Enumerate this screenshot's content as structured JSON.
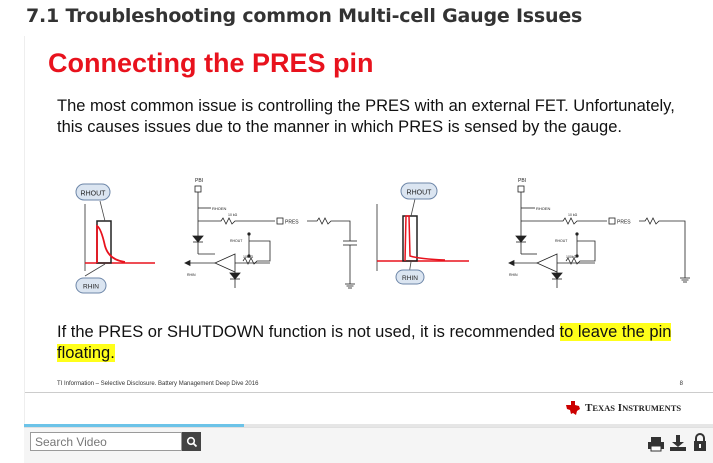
{
  "page": {
    "title": "7.1 Troubleshooting common Multi-cell Gauge Issues"
  },
  "slide": {
    "heading": "Connecting the PRES pin",
    "body": "The most common issue is controlling the PRES with an external FET. Unfortunately, this causes issues due to the manner in which PRES is sensed by the gauge.",
    "recommend_prefix": "If the PRES or SHUTDOWN function is not used, it is recommended ",
    "recommend_highlight": "to leave the pin floating.",
    "footer_note": "TI Information – Selective Disclosure. Battery Management Deep Dive 2016",
    "page_number": "8",
    "logo_text_cap1": "T",
    "logo_text_sc1": "EXAS",
    "logo_text_cap2": "I",
    "logo_text_sc2": "NSTRUMENTS",
    "diagram_labels": {
      "rhout": "RHOUT",
      "rhin": "RHIN",
      "pbi": "PBI",
      "rhoen": "RHOEN",
      "r10k": "10 kΩ",
      "pres": "PRES",
      "rhout_dash": "RHOUT",
      "r100k": "100kΩ",
      "rhin_small": "RHIN"
    }
  },
  "player": {
    "search_placeholder": "Search Video",
    "progress": 0.32
  },
  "icons": {
    "search": "search-icon",
    "print": "print-icon",
    "download": "download-icon",
    "lock": "lock-icon"
  },
  "colors": {
    "heading_red": "#e8121d",
    "highlight": "#ffff1a",
    "progress": "#6cc3e8",
    "waveform_red": "#e8121d"
  }
}
